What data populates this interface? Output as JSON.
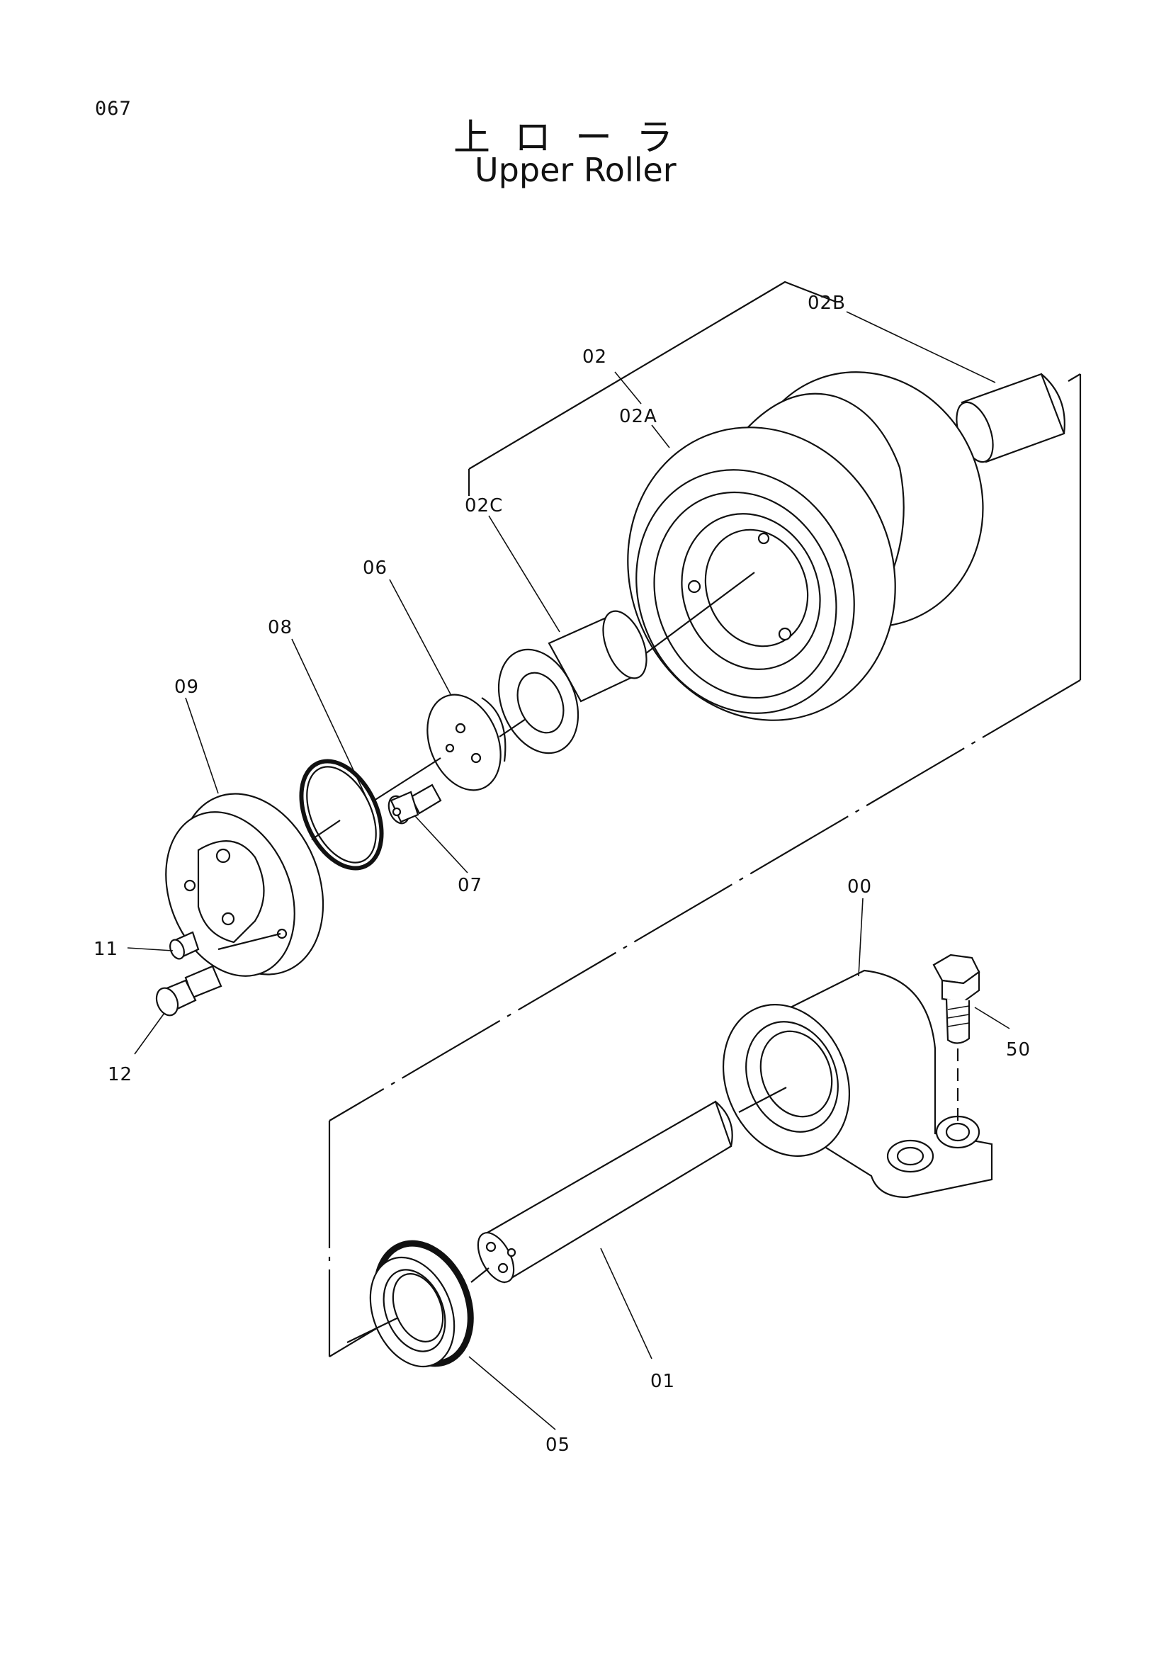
{
  "page_number": "067",
  "title_jp": "上ローラ",
  "title_en": "Upper Roller",
  "callouts": [
    {
      "id": "lbl-02b",
      "text": "02B"
    },
    {
      "id": "lbl-02",
      "text": "02"
    },
    {
      "id": "lbl-02a",
      "text": "02A"
    },
    {
      "id": "lbl-02c",
      "text": "02C"
    },
    {
      "id": "lbl-06",
      "text": "06"
    },
    {
      "id": "lbl-08",
      "text": "08"
    },
    {
      "id": "lbl-09",
      "text": "09"
    },
    {
      "id": "lbl-07",
      "text": "07"
    },
    {
      "id": "lbl-11",
      "text": "11"
    },
    {
      "id": "lbl-12",
      "text": "12"
    },
    {
      "id": "lbl-00",
      "text": "00"
    },
    {
      "id": "lbl-50",
      "text": "50"
    },
    {
      "id": "lbl-01",
      "text": "01"
    },
    {
      "id": "lbl-05",
      "text": "05"
    }
  ]
}
